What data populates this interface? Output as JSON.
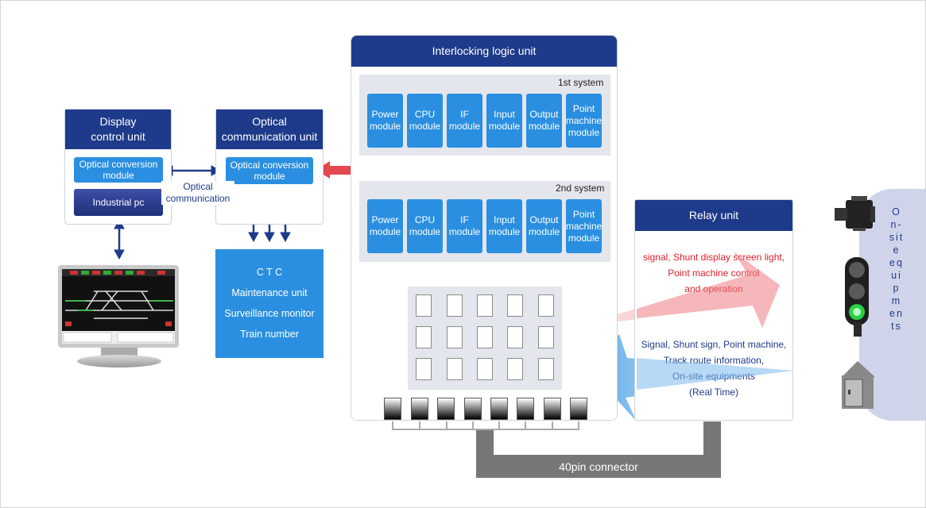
{
  "display_unit": {
    "title": "Display\ncontrol unit",
    "optical_module": "Optical conversion\nmodule",
    "industrial_pc": "Industrial pc"
  },
  "optical_comm_unit": {
    "title": "Optical\ncommunication unit",
    "optical_module": "Optical conversion\nmodule"
  },
  "optical_link_label": "Optical\ncommunication",
  "ctc_box": {
    "items": [
      "C T C",
      "Maintenance unit",
      "Surveillance monitor",
      "Train number"
    ]
  },
  "interlocking": {
    "title": "Interlocking logic unit",
    "system1_label": "1st system",
    "system2_label": "2nd system",
    "modules": [
      "Power\nmodule",
      "CPU\nmodule",
      "IF\nmodule",
      "Input\nmodule",
      "Output\nmodule",
      "Point\nmachine\nmodule"
    ]
  },
  "relay_unit": {
    "title": "Relay unit",
    "output_text": "signal, Shunt display screen light,\nPoint machine control\nand operation",
    "input_text": "Signal, Shunt sign, Point machine,\nTrack route information,\nOn-site equipments\n(Real Time)"
  },
  "connector_label": "40pin connector",
  "onsite_label": "On-site equipments",
  "colors": {
    "navy": "#1e3a8a",
    "module_blue": "#2a8fe0",
    "output_red": "#e5474e",
    "input_blue": "#5aa8e8",
    "output_text": "#e0202a",
    "input_text": "#1e3a8a"
  }
}
